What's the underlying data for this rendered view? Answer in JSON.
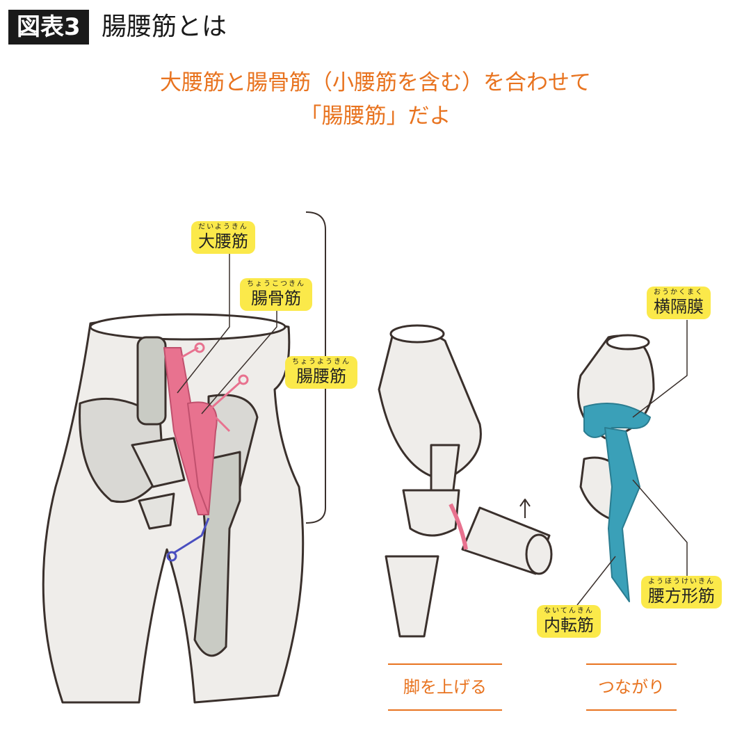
{
  "header": {
    "figure_tag": "図表3",
    "title": "腸腰筋とは"
  },
  "subtitle": {
    "line1": "大腰筋と腸骨筋（小腰筋を含む）を合わせて",
    "line2": "「腸腰筋」だよ"
  },
  "labels": {
    "psoas_major": {
      "ruby": "だいようきん",
      "text": "大腰筋"
    },
    "iliacus": {
      "ruby": "ちょうこつきん",
      "text": "腸骨筋"
    },
    "iliopsoas": {
      "ruby": "ちょうようきん",
      "text": "腸腰筋"
    },
    "diaphragm": {
      "ruby": "おうかくまく",
      "text": "横隔膜"
    },
    "quadratus_lumborum": {
      "ruby": "ようほうけいきん",
      "text": "腰方形筋"
    },
    "adductor": {
      "ruby": "ないてんきん",
      "text": "内転筋"
    }
  },
  "captions": {
    "leg_lift": "脚を上げる",
    "connection": "つながり"
  },
  "colors": {
    "accent": "#e8731f",
    "label_bg": "#fbe94a",
    "muscle_pink": "#e8728f",
    "muscle_blue": "#3aa0b8",
    "adductor_blue": "#4a4fc0"
  }
}
